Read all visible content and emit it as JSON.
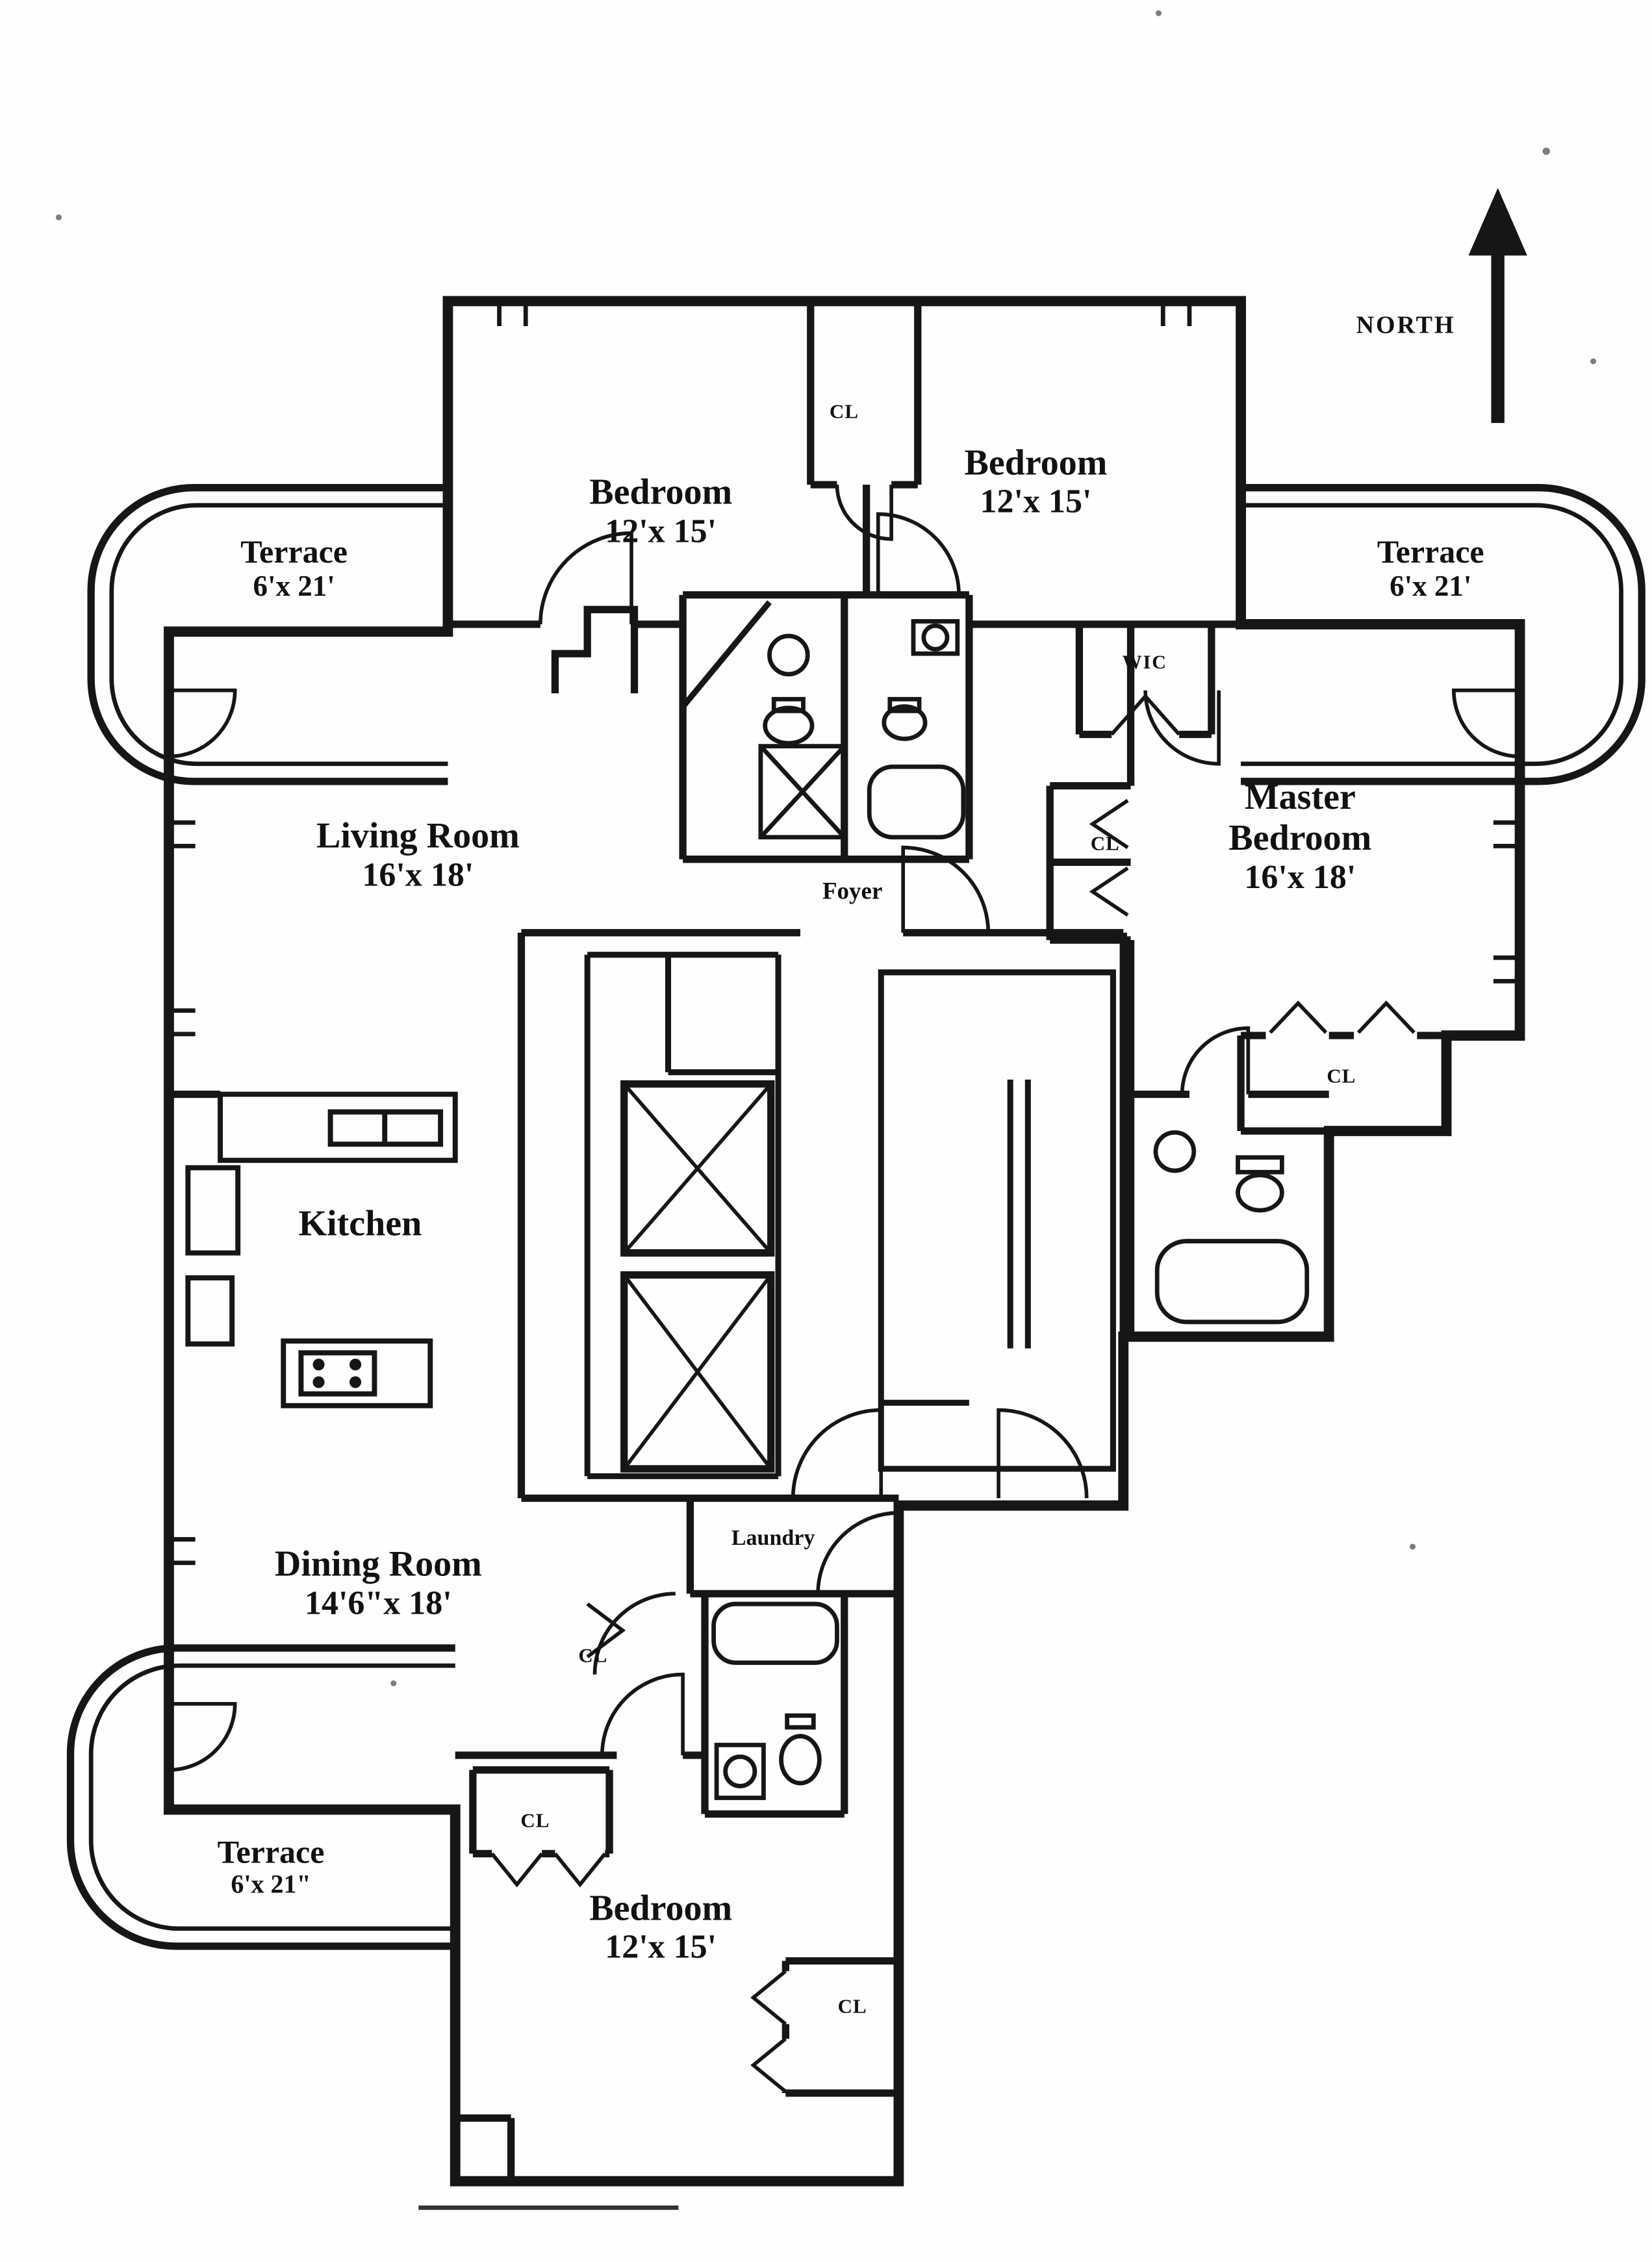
{
  "colors": {
    "ink": "#161616",
    "paper": "#fefefe"
  },
  "compass": {
    "label": "NORTH"
  },
  "rooms": {
    "bedroom_top_left": {
      "name": "Bedroom",
      "dims": "12'x 15'"
    },
    "bedroom_top_right": {
      "name": "Bedroom",
      "dims": "12'x 15'"
    },
    "terrace_top_left": {
      "name": "Terrace",
      "dims": "6'x 21'"
    },
    "terrace_top_right": {
      "name": "Terrace",
      "dims": "6'x 21'"
    },
    "living_room": {
      "name": "Living Room",
      "dims": "16'x 18'"
    },
    "master_bedroom": {
      "name": "Master Bedroom",
      "dims": "16'x 18'"
    },
    "kitchen": {
      "name": "Kitchen"
    },
    "dining_room": {
      "name": "Dining Room",
      "dims": "14'6\"x 18'"
    },
    "terrace_bottom": {
      "name": "Terrace",
      "dims": "6'x 21\""
    },
    "bedroom_bottom": {
      "name": "Bedroom",
      "dims": "12'x 15'"
    },
    "foyer": {
      "name": "Foyer"
    },
    "laundry": {
      "name": "Laundry"
    },
    "wic": {
      "name": "WIC"
    }
  },
  "closets": {
    "top": "CL",
    "master_hall": "CL",
    "master": "CL",
    "dining": "CL",
    "bottom_left": "CL",
    "bottom_right": "CL"
  }
}
